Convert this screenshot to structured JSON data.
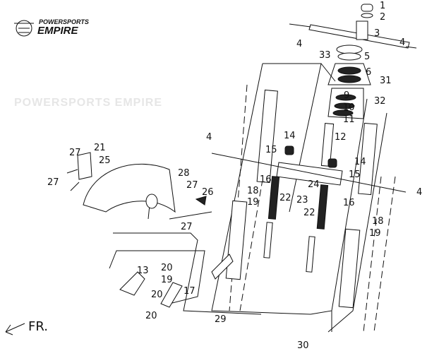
{
  "logo": {
    "line1": "POWERSPORTS",
    "line2": "EMPIRE"
  },
  "watermark": "POWERSPORTS EMPIRE",
  "direction_label": "FR.",
  "callouts": [
    "1",
    "2",
    "3",
    "4",
    "4",
    "33",
    "5",
    "6",
    "31",
    "9",
    "32",
    "10",
    "11",
    "12",
    "14",
    "15",
    "14",
    "15",
    "4",
    "4",
    "24",
    "22",
    "23",
    "22",
    "16",
    "16",
    "18",
    "19",
    "18",
    "19",
    "21",
    "27",
    "25",
    "27",
    "28",
    "27",
    "26",
    "27",
    "13",
    "20",
    "19",
    "17",
    "20",
    "20",
    "29",
    "30"
  ]
}
